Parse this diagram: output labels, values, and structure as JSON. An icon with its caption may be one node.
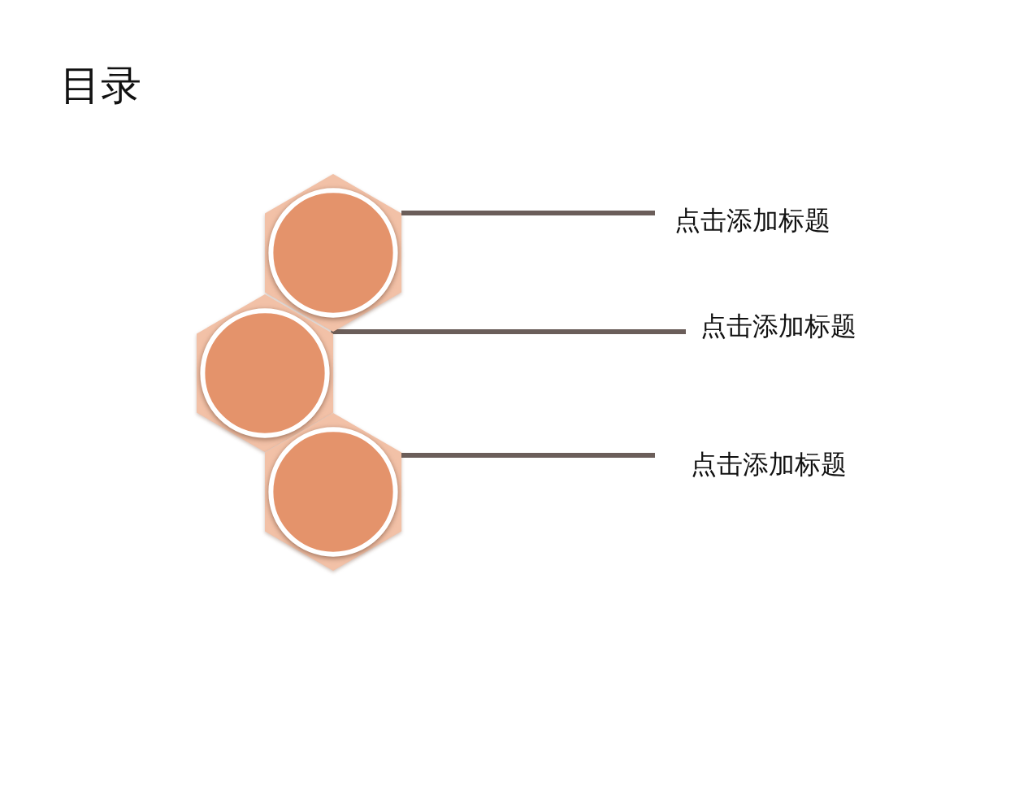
{
  "diagram": {
    "title": "目录",
    "nodes": [
      {
        "text": [],
        "shape": "hexagon"
      },
      {
        "text": [
          "点击添加标题"
        ]
      },
      {
        "text": [],
        "shape": "hexagon"
      },
      {
        "text": [
          "点击添加标题"
        ]
      },
      {
        "text": [],
        "shape": "hexagon"
      },
      {
        "text": [
          "点击添加标题"
        ]
      }
    ],
    "edges": [
      {
        "from": 1,
        "to": 0,
        "arrow": "none"
      },
      {
        "from": 3,
        "to": 2,
        "arrow": "none"
      },
      {
        "from": 5,
        "to": 4,
        "arrow": "none"
      }
    ]
  }
}
